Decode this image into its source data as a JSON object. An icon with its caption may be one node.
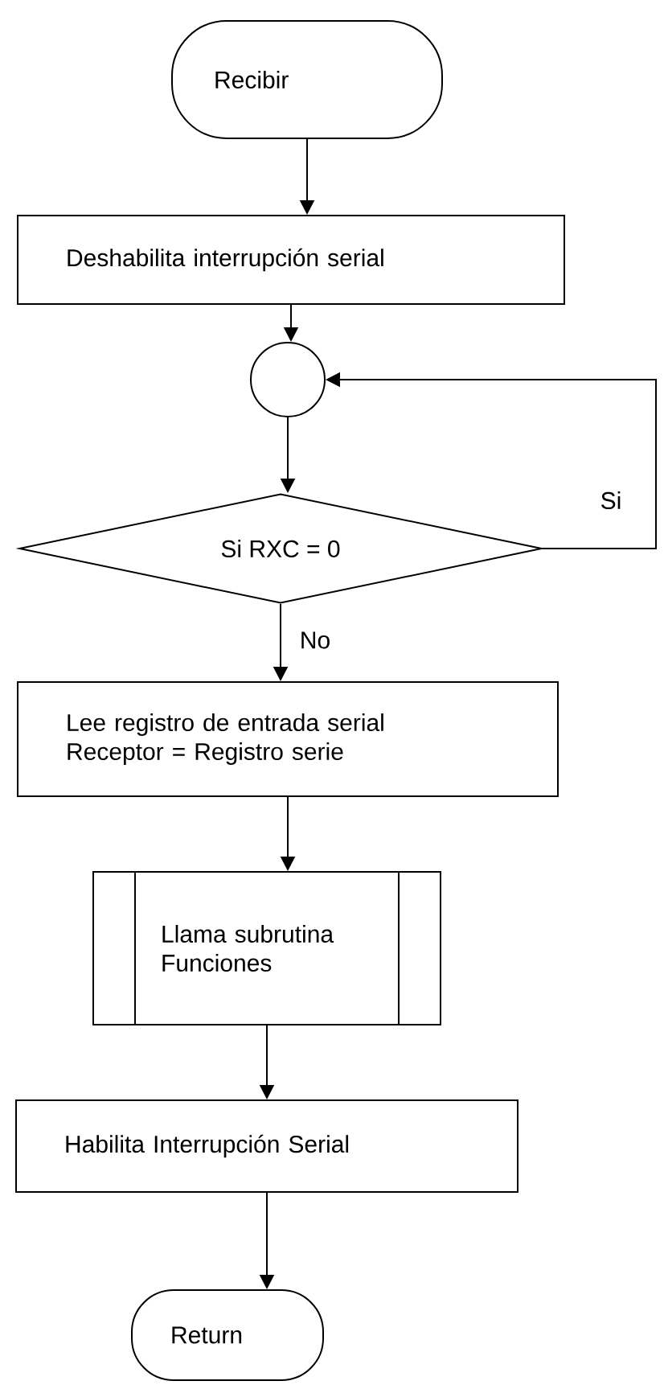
{
  "diagram": {
    "nodes": [
      {
        "text": [
          "Recibir"
        ]
      },
      {
        "text": [
          "Deshabilita interrupción serial"
        ]
      },
      {
        "text": [],
        "shape": "circle"
      },
      {
        "text": [
          "Si RXC = 0"
        ]
      },
      {
        "text": [
          "Lee registro de entrada serial Receptor = Registro serie"
        ]
      },
      {
        "text": [
          "Llama subrutina Funciones"
        ]
      },
      {
        "text": [
          "Habilita Interrupción Serial"
        ]
      },
      {
        "text": [
          "Return"
        ]
      }
    ],
    "edges": [
      {
        "from": 0,
        "to": 1,
        "arrow": "to"
      },
      {
        "from": 1,
        "to": 2,
        "arrow": "to"
      },
      {
        "from": 2,
        "to": 3,
        "arrow": "to"
      },
      {
        "from": 3,
        "to": 4,
        "arrow": "to",
        "label": "No"
      },
      {
        "from": 4,
        "to": 5,
        "arrow": "to"
      },
      {
        "from": 5,
        "to": 6,
        "arrow": "to"
      },
      {
        "from": 6,
        "to": 7,
        "arrow": "to"
      },
      {
        "from": 3,
        "to": 2,
        "arrow": "to",
        "label": "Si"
      }
    ]
  }
}
